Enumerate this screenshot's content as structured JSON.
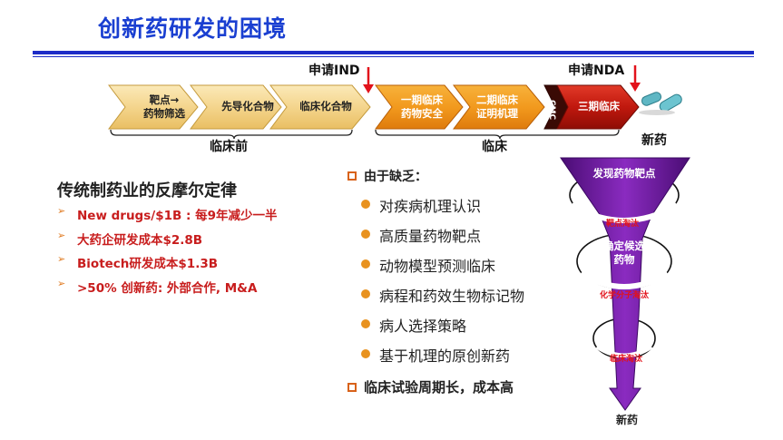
{
  "title": "创新药研发的困境",
  "pipeline": {
    "ind_label": "申请IND",
    "nda_label": "申请NDA",
    "stages_preclinical": [
      {
        "line1": "靶点→",
        "line2": "药物筛选"
      },
      {
        "line1": "先导化合物",
        "line2": ""
      },
      {
        "line1": "临床化合物",
        "line2": ""
      }
    ],
    "stages_clinical": [
      {
        "line1": "一期临床",
        "line2": "药物安全"
      },
      {
        "line1": "二期临床",
        "line2": "证明机理"
      }
    ],
    "cmc_label": "CMC",
    "phase3_label": "三期临床",
    "preclinical_label": "临床前",
    "clinical_label": "临床",
    "new_drug_label": "新药",
    "colors": {
      "preclinical": "#f4d58d",
      "clinical": "#f29a1e",
      "phase3": "#c0180e",
      "arrow": "#e2121b"
    }
  },
  "law": {
    "title": "传统制药业的反摩尔定律",
    "items": [
      "New drugs/$1B : 每9年减少一半",
      "大药企研发成本$2.8B",
      "Biotech研发成本$1.3B",
      ">50% 创新药: 外部合作, M&A"
    ],
    "bullet": "➢"
  },
  "lack": {
    "heading": "由于缺乏：",
    "items": [
      "对疾病机理认识",
      "高质量药物靶点",
      "动物模型预测临床",
      "病程和药效生物标记物",
      "病人选择策略",
      "基于机理的原创新药"
    ],
    "trial": "临床试验周期长，成本高"
  },
  "funnel": {
    "stage1": "发现药物靶点",
    "red1": "靶点淘汰",
    "stage2_line1": "确定候选",
    "stage2_line2": "药物",
    "red2": "化学分子淘汰",
    "red3": "临床淘汰",
    "end": "新药",
    "color": "#6a1a9a"
  }
}
